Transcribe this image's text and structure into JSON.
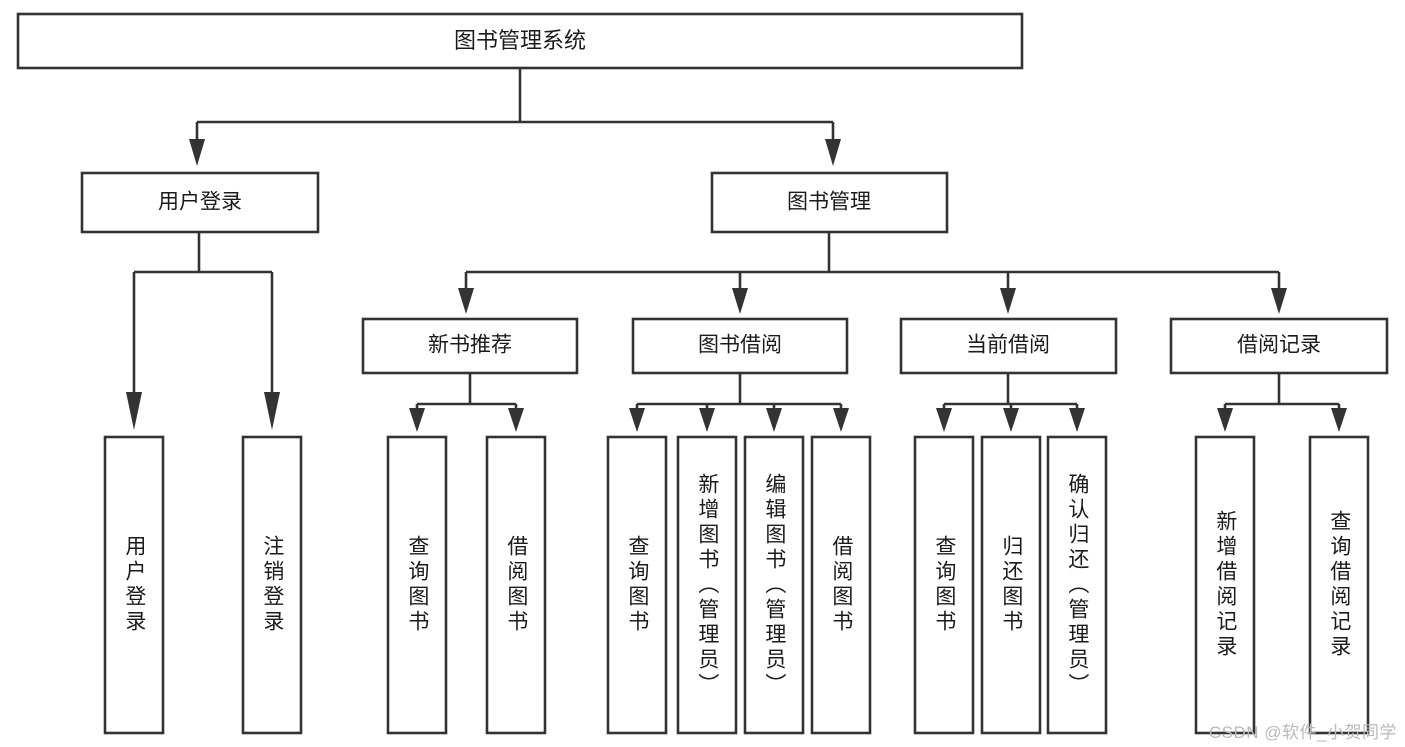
{
  "diagram": {
    "title": "图书管理系统",
    "type": "tree-hierarchy-diagram",
    "colors": {
      "box_stroke": "#333333",
      "box_fill": "#ffffff",
      "text": "#1b1b1b",
      "background": "#ffffff",
      "watermark": "#b9b9b9"
    },
    "root": {
      "label": "图书管理系统"
    },
    "level2": [
      {
        "label": "用户登录"
      },
      {
        "label": "图书管理"
      }
    ],
    "level3": [
      {
        "label": "新书推荐"
      },
      {
        "label": "图书借阅"
      },
      {
        "label": "当前借阅"
      },
      {
        "label": "借阅记录"
      }
    ],
    "leaves": {
      "user_login": [
        {
          "label": "用户登录"
        },
        {
          "label": "注销登录"
        }
      ],
      "new_book_recommend": [
        {
          "label": "查询图书"
        },
        {
          "label": "借阅图书"
        }
      ],
      "book_borrow": [
        {
          "label": "查询图书"
        },
        {
          "label": "新增图书（管理员）"
        },
        {
          "label": "编辑图书（管理员）"
        },
        {
          "label": "借阅图书"
        }
      ],
      "current_borrow": [
        {
          "label": "查询图书"
        },
        {
          "label": "归还图书"
        },
        {
          "label": "确认归还（管理员）"
        }
      ],
      "borrow_record": [
        {
          "label": "新增借阅记录"
        },
        {
          "label": "查询借阅记录"
        }
      ]
    }
  },
  "watermark": {
    "text": "CSDN @软件_小贺同学"
  }
}
